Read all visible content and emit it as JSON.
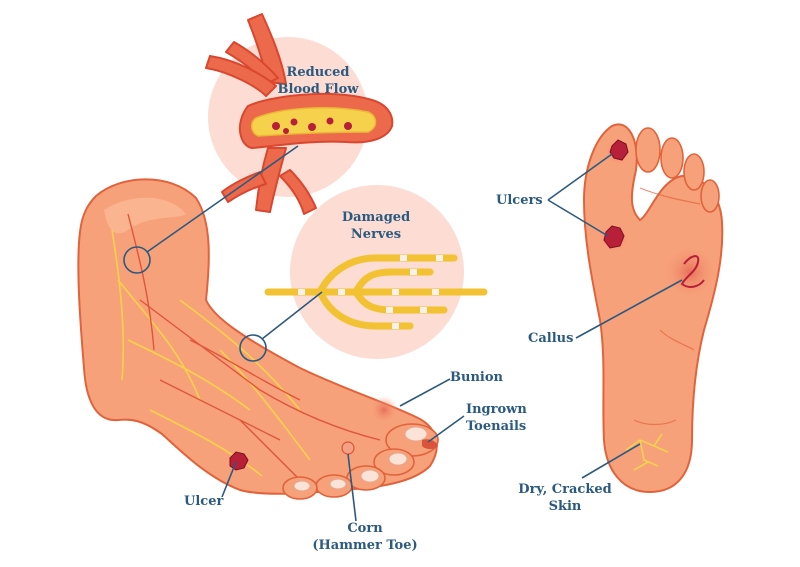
{
  "labels": {
    "reduced_blood_flow": [
      "Reduced",
      "Blood Flow"
    ],
    "damaged_nerves": [
      "Damaged",
      "Nerves"
    ],
    "bunion": "Bunion",
    "ingrown_toenails": [
      "Ingrown",
      "Toenails"
    ],
    "ulcer": "Ulcer",
    "corn": [
      "Corn",
      "(Hammer Toe)"
    ],
    "ulcers": "Ulcers",
    "callus": "Callus",
    "dry_cracked_skin": [
      "Dry, Cracked",
      "Skin"
    ]
  },
  "colors": {
    "skin": "#f7a17a",
    "skin_light": "#fbc39f",
    "outline": "#e0633c",
    "vessel": "#e8553b",
    "nerve": "#f7d248",
    "bubble": "#fcdcd3",
    "wound": "#b8203a",
    "leader": "#2b5a80",
    "label": "#2b5a80"
  }
}
